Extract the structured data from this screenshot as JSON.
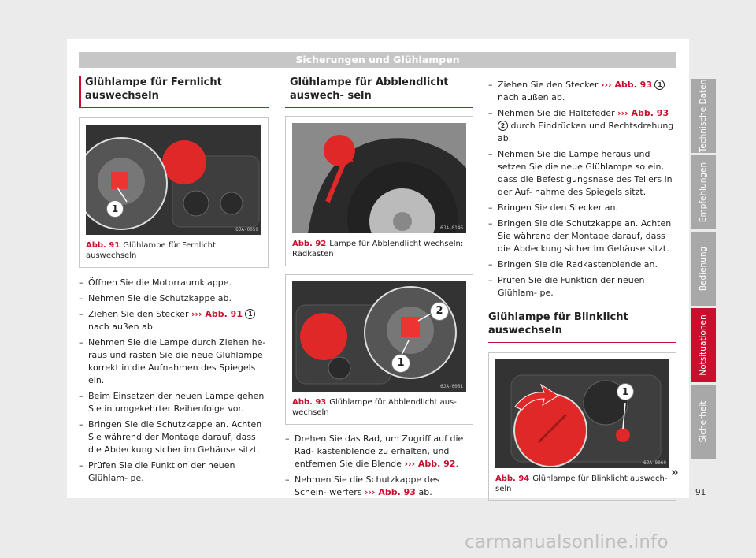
{
  "header": {
    "title": "Sicherungen und Glühlampen"
  },
  "col1": {
    "title": "Glühlampe für Fernlicht auswechseln",
    "figure": {
      "abb": "Abb. 91",
      "caption": "Glühlampe für Fernlicht auswechseln",
      "code": "6JA-0059",
      "callouts": [
        "1"
      ]
    },
    "steps": [
      {
        "text": "Öffnen Sie die Motorraumklappe."
      },
      {
        "text": "Nehmen Sie die Schutzkappe ab."
      },
      {
        "pre": "Ziehen Sie den Stecker ",
        "ref": "››› Abb. 91",
        "num": "1",
        "post": " nach außen ab."
      },
      {
        "text": "Nehmen Sie die Lampe durch Ziehen he- raus und rasten Sie die neue Glühlampe korrekt in die Aufnahmen des Spiegels ein."
      },
      {
        "text": "Beim Einsetzen der neuen Lampe gehen Sie in umgekehrter Reihenfolge vor."
      },
      {
        "text": "Bringen Sie die Schutzkappe an. Achten Sie während der Montage darauf, dass die Abdeckung sicher im Gehäuse sitzt."
      },
      {
        "text": "Prüfen Sie die Funktion der neuen Glühlam- pe."
      }
    ]
  },
  "col2": {
    "title": "Glühlampe für Abblendlicht auswech- seln",
    "figure1": {
      "abb": "Abb. 92",
      "caption": "Lampe für Abblendlicht wechseln: Radkasten",
      "code": "6JA-0146"
    },
    "figure2": {
      "abb": "Abb. 93",
      "caption": "Glühlampe für Abblendlicht aus- wechseln",
      "code": "6JA-0061",
      "callouts": [
        "2",
        "1"
      ]
    },
    "steps": [
      {
        "pre": "Drehen Sie das Rad, um Zugriff auf die Rad- kastenblende zu erhalten, und entfernen Sie die Blende ",
        "ref": "››› Abb. 92",
        "post": "."
      },
      {
        "pre": "Nehmen Sie die Schutzkappe des Schein- werfers ",
        "ref": "››› Abb. 93",
        "post": " ab."
      }
    ]
  },
  "col3": {
    "steps": [
      {
        "pre": "Ziehen Sie den Stecker ",
        "ref": "››› Abb. 93",
        "num": "1",
        "post": " nach außen ab."
      },
      {
        "pre": "Nehmen Sie die Haltefeder ",
        "ref": "››› Abb. 93",
        "num": "2",
        "post": " durch Eindrücken und Rechtsdrehung ab."
      },
      {
        "text": "Nehmen Sie die Lampe heraus und setzen Sie die neue Glühlampe so ein, dass die Befestigungsnase des Tellers in der Auf- nahme des Spiegels sitzt."
      },
      {
        "text": "Bringen Sie den Stecker an."
      },
      {
        "text": "Bringen Sie die Schutzkappe an. Achten Sie während der Montage darauf, dass die Abdeckung sicher im Gehäuse sitzt."
      },
      {
        "text": "Bringen Sie die Radkastenblende an."
      },
      {
        "text": "Prüfen Sie die Funktion der neuen Glühlam- pe."
      }
    ],
    "title": "Glühlampe für Blinklicht auswechseln",
    "figure": {
      "abb": "Abb. 94",
      "caption": "Glühlampe für Blinklicht auswech- seln",
      "code": "6JA-0060",
      "callouts": [
        "1"
      ]
    }
  },
  "side_tabs": [
    "Technische Daten",
    "Empfehlungen",
    "Bedienung",
    "Notsituationen",
    "Sicherheit"
  ],
  "active_tab": "Notsituationen",
  "continue_mark": "»",
  "page_number": "91",
  "watermark": "carmanualsonline.info",
  "colors": {
    "accent": "#c8102e",
    "tab": "#a8a8a8",
    "header_bar": "#c6c6c6"
  }
}
